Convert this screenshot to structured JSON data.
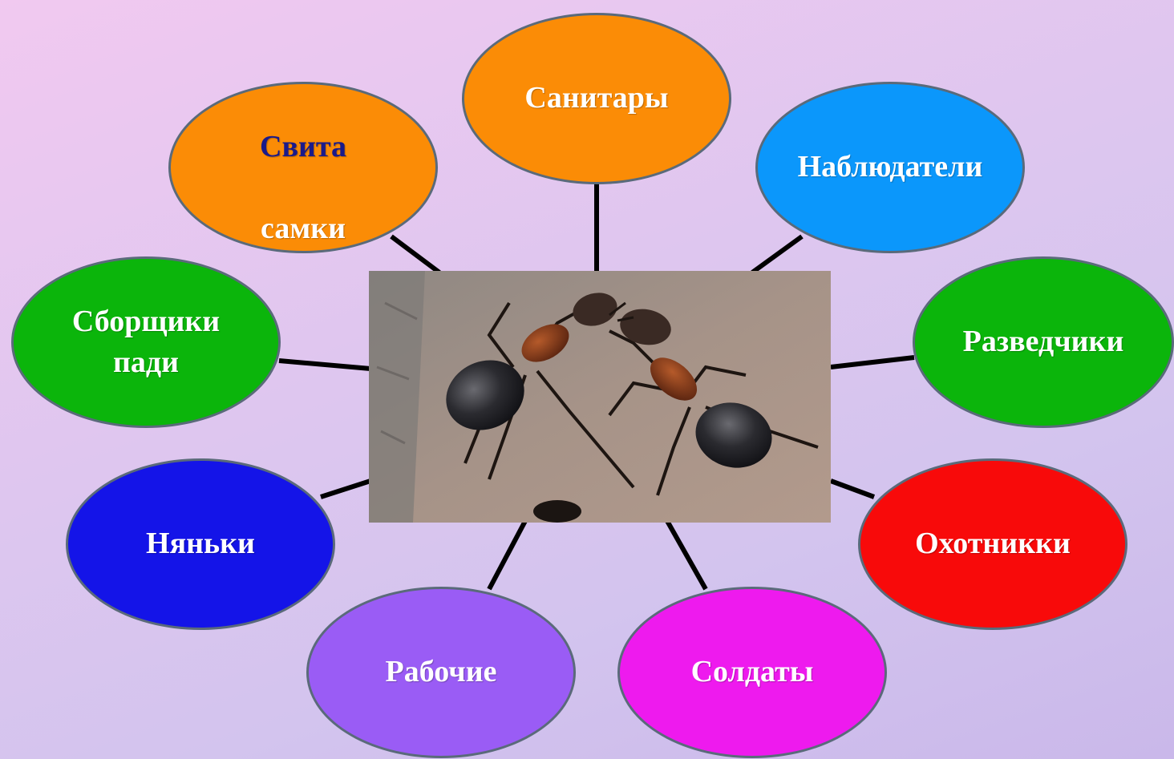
{
  "diagram": {
    "center_image": "ants-photo",
    "nodes": [
      {
        "id": "sanitary",
        "label": "Санитары",
        "color": "#fb8c06"
      },
      {
        "id": "retinue",
        "label_line1": "Свита",
        "label_line2": "самки",
        "color": "#fb8c06",
        "line1_color": "#1a1a8a"
      },
      {
        "id": "observers",
        "label": "Наблюдатели",
        "color": "#0b97fb"
      },
      {
        "id": "honeydew",
        "label": "Сборщики\nпади",
        "color": "#0bb50b"
      },
      {
        "id": "scouts",
        "label": "Разведчики",
        "color": "#0bb50b"
      },
      {
        "id": "nannies",
        "label": "Няньки",
        "color": "#1414e8"
      },
      {
        "id": "hunters",
        "label": "Охотникки",
        "color": "#f80a0a"
      },
      {
        "id": "workers",
        "label": "Рабочие",
        "color": "#9a5cf5"
      },
      {
        "id": "soldiers",
        "label": "Солдаты",
        "color": "#ee1aee"
      }
    ]
  }
}
